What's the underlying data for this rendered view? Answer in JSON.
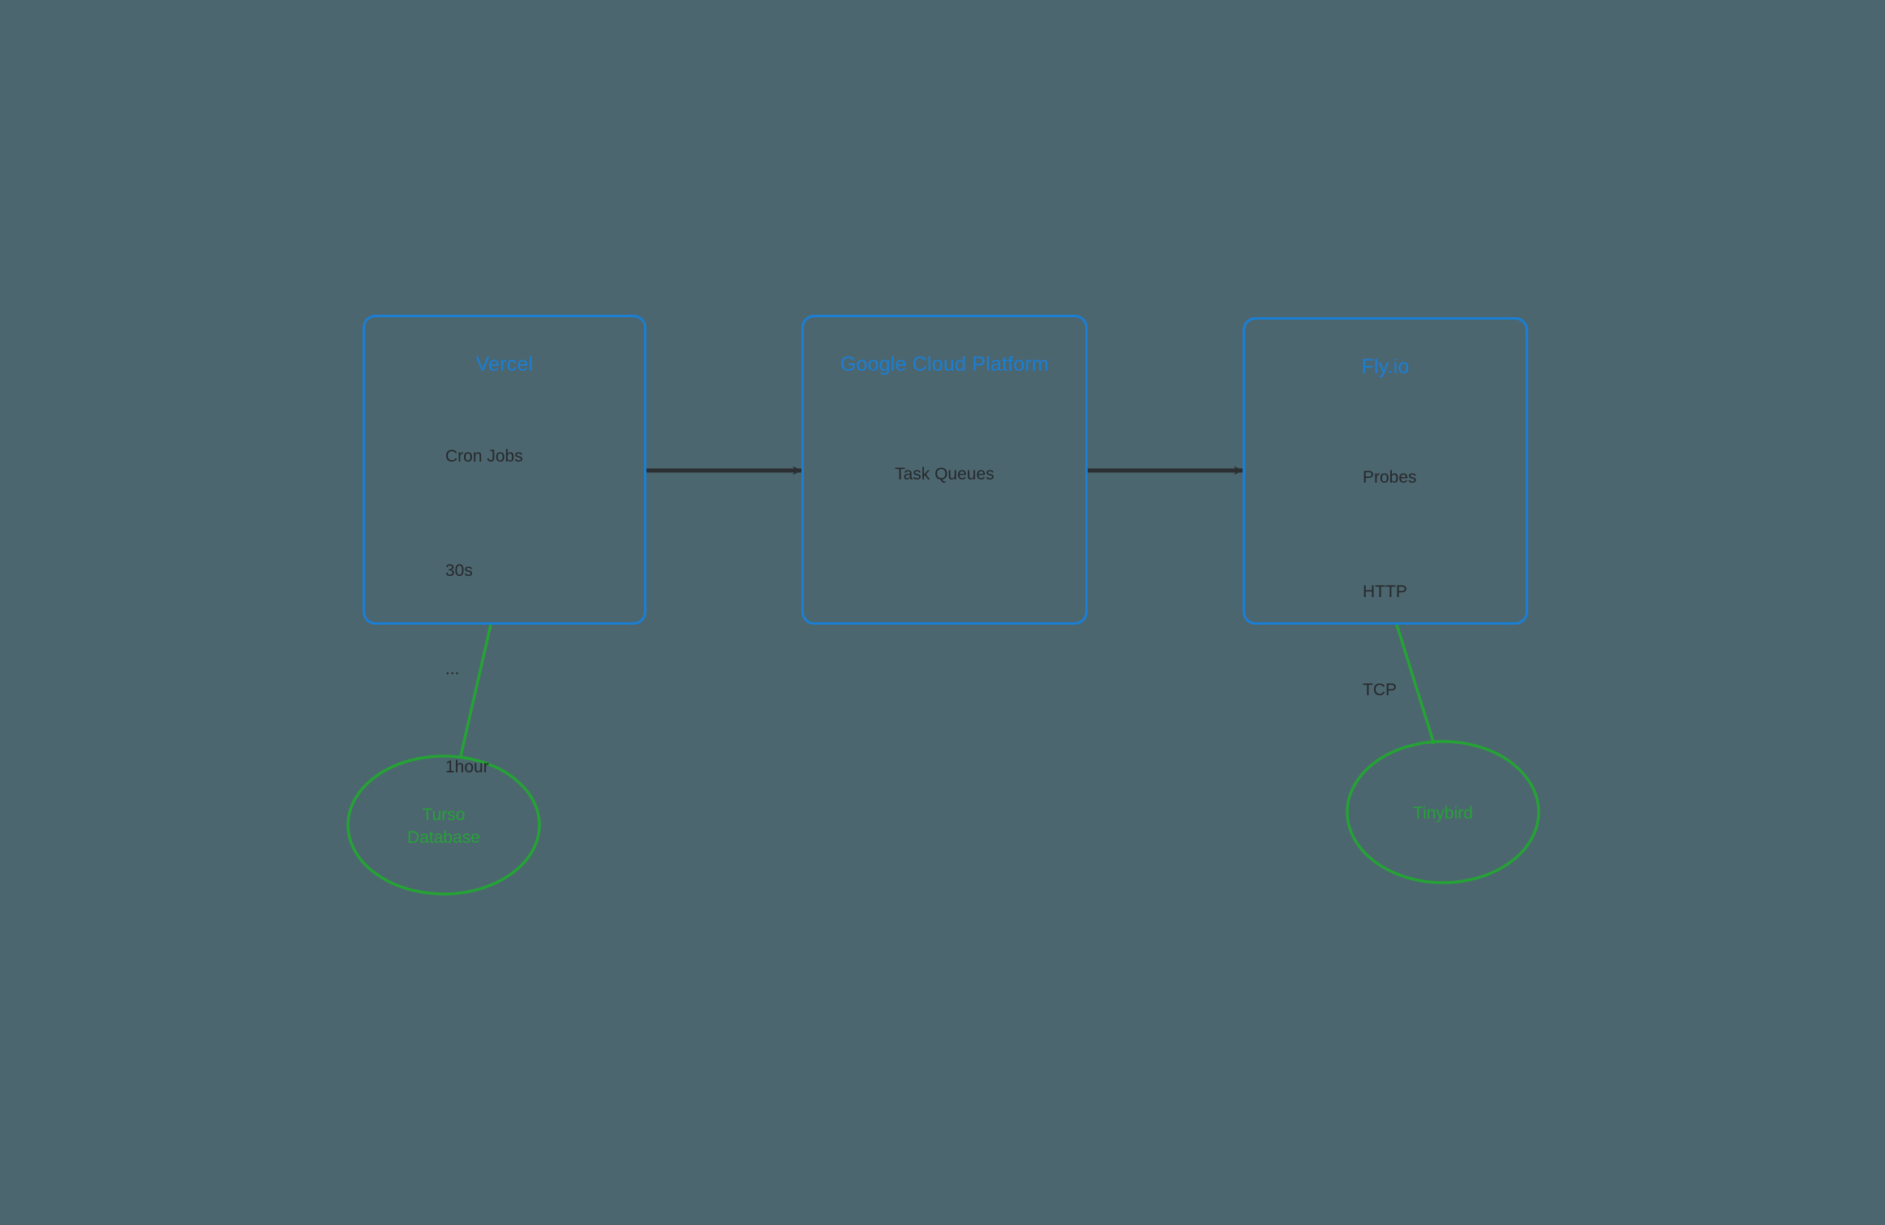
{
  "diagram": {
    "background_color": "#4c6670",
    "node_border_color": "#1a7fd4",
    "node_title_color": "#1a7fd4",
    "node_text_color": "#26292b",
    "datastore_color": "#25a335",
    "arrow_color": "#2b2f31",
    "nodes": [
      {
        "id": "vercel",
        "title": "Vercel",
        "lines": [
          "Cron Jobs",
          "30s",
          "...",
          "1hour"
        ]
      },
      {
        "id": "gcp",
        "title": "Google Cloud Platform",
        "lines": [
          "Task Queues"
        ]
      },
      {
        "id": "flyio",
        "title": "Fly.io",
        "lines": [
          "Probes",
          "HTTP",
          "TCP"
        ]
      }
    ],
    "datastores": [
      {
        "id": "turso",
        "label": "Turso\nDatabase"
      },
      {
        "id": "tinybird",
        "label": "Tinybird"
      }
    ],
    "connections": [
      {
        "from": "vercel",
        "to": "gcp",
        "style": "arrow"
      },
      {
        "from": "gcp",
        "to": "flyio",
        "style": "arrow"
      },
      {
        "from": "vercel",
        "to": "turso",
        "style": "line"
      },
      {
        "from": "flyio",
        "to": "tinybird",
        "style": "line"
      }
    ]
  }
}
